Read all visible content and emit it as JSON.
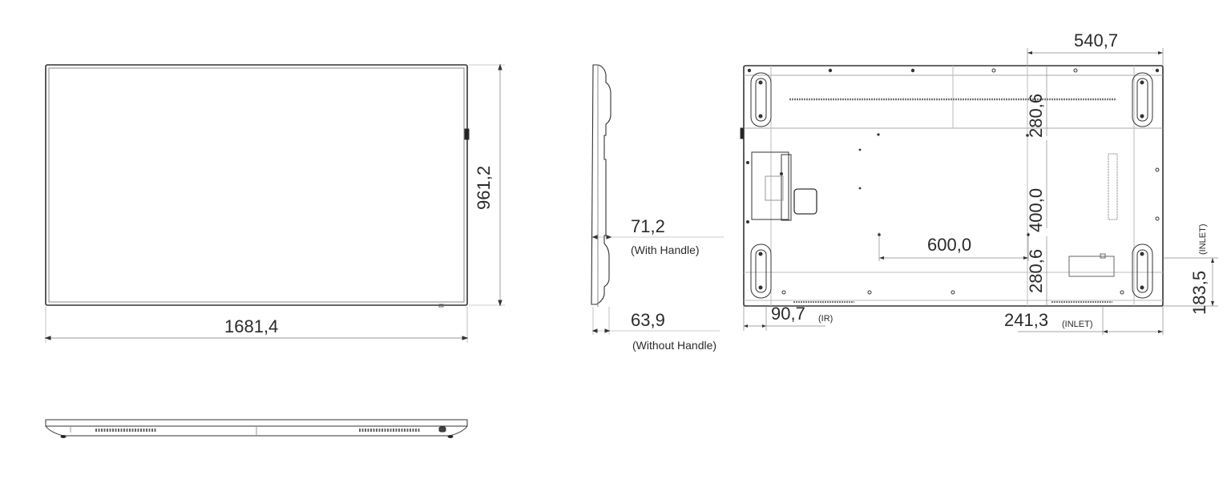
{
  "front_view": {
    "width_label": "1681,4",
    "height_label": "961,2"
  },
  "side_view": {
    "depth_with_handle": "71,2",
    "with_handle_note": "(With Handle)",
    "depth_without_handle": "63,9",
    "without_handle_note": "(Without Handle)"
  },
  "rear_view": {
    "top_offset": "540,7",
    "vesa_top": "280,6",
    "vesa_vertical": "400,0",
    "vesa_horizontal": "600,0",
    "vesa_bottom": "280,6",
    "ir_offset": "90,7",
    "ir_note": "(IR)",
    "inlet_horizontal": "241,3",
    "inlet_horizontal_note": "(INLET)",
    "inlet_vertical": "183,5",
    "inlet_vertical_note": "(INLET)"
  },
  "bottom_view": {}
}
